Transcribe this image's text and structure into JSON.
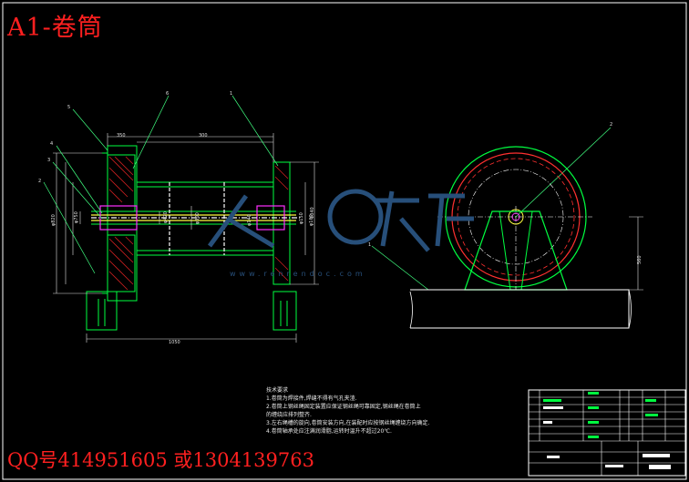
{
  "title": "A1-卷筒",
  "contact": "QQ号414951605 或1304139763",
  "watermark": "www.renrendoc.com",
  "notes": {
    "heading": "技术要求",
    "lines": [
      "1.卷筒为焊接件,焊缝不得有气孔夹渣.",
      "2.卷筒上钢丝绳固定装置应保证钢丝绳可靠固定,钢丝绳在卷筒上",
      "  的缠绕应排列整齐.",
      "3.左右绳槽的旋向,卷筒安装方向,在装配时应按钢丝绳缠绕方向确定.",
      "4.卷筒轴承处应注满润滑脂,运转时温升不超过20℃."
    ]
  },
  "part_labels": [
    "5",
    "6",
    "1",
    "4",
    "3",
    "2",
    "2",
    "1"
  ],
  "dimensions": [
    "1050",
    "300",
    "350",
    "φ820",
    "φ750",
    "φ420",
    "φ300",
    "φ140",
    "φ160",
    "φ150",
    "1040",
    "560"
  ]
}
